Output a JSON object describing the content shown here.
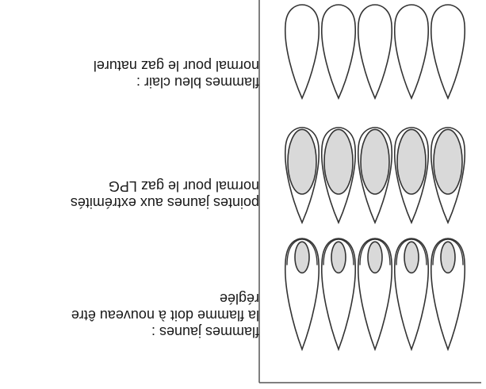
{
  "rows": [
    {
      "id": "natural-gas-light-blue",
      "lines": [
        "flammes bleu clair :",
        "normal pour le gaz naturel"
      ],
      "flames": {
        "count": 5,
        "core": "none"
      }
    },
    {
      "id": "lpg-yellow-tips",
      "lines": [
        "pointes jaunes aux extrémités",
        "normal pour le gaz LPG"
      ],
      "flames": {
        "count": 5,
        "core": "large"
      }
    },
    {
      "id": "yellow-needs-adjustment",
      "lines": [
        "flammes jaunes :",
        "la flamme doit à nouveau être",
        "réglée"
      ],
      "flames": {
        "count": 5,
        "core": "small"
      }
    }
  ],
  "colors": {
    "flame_outline": "#333333",
    "flame_fill": "#ffffff",
    "core_fill": "#d9d9d9",
    "frame": "#555555"
  }
}
